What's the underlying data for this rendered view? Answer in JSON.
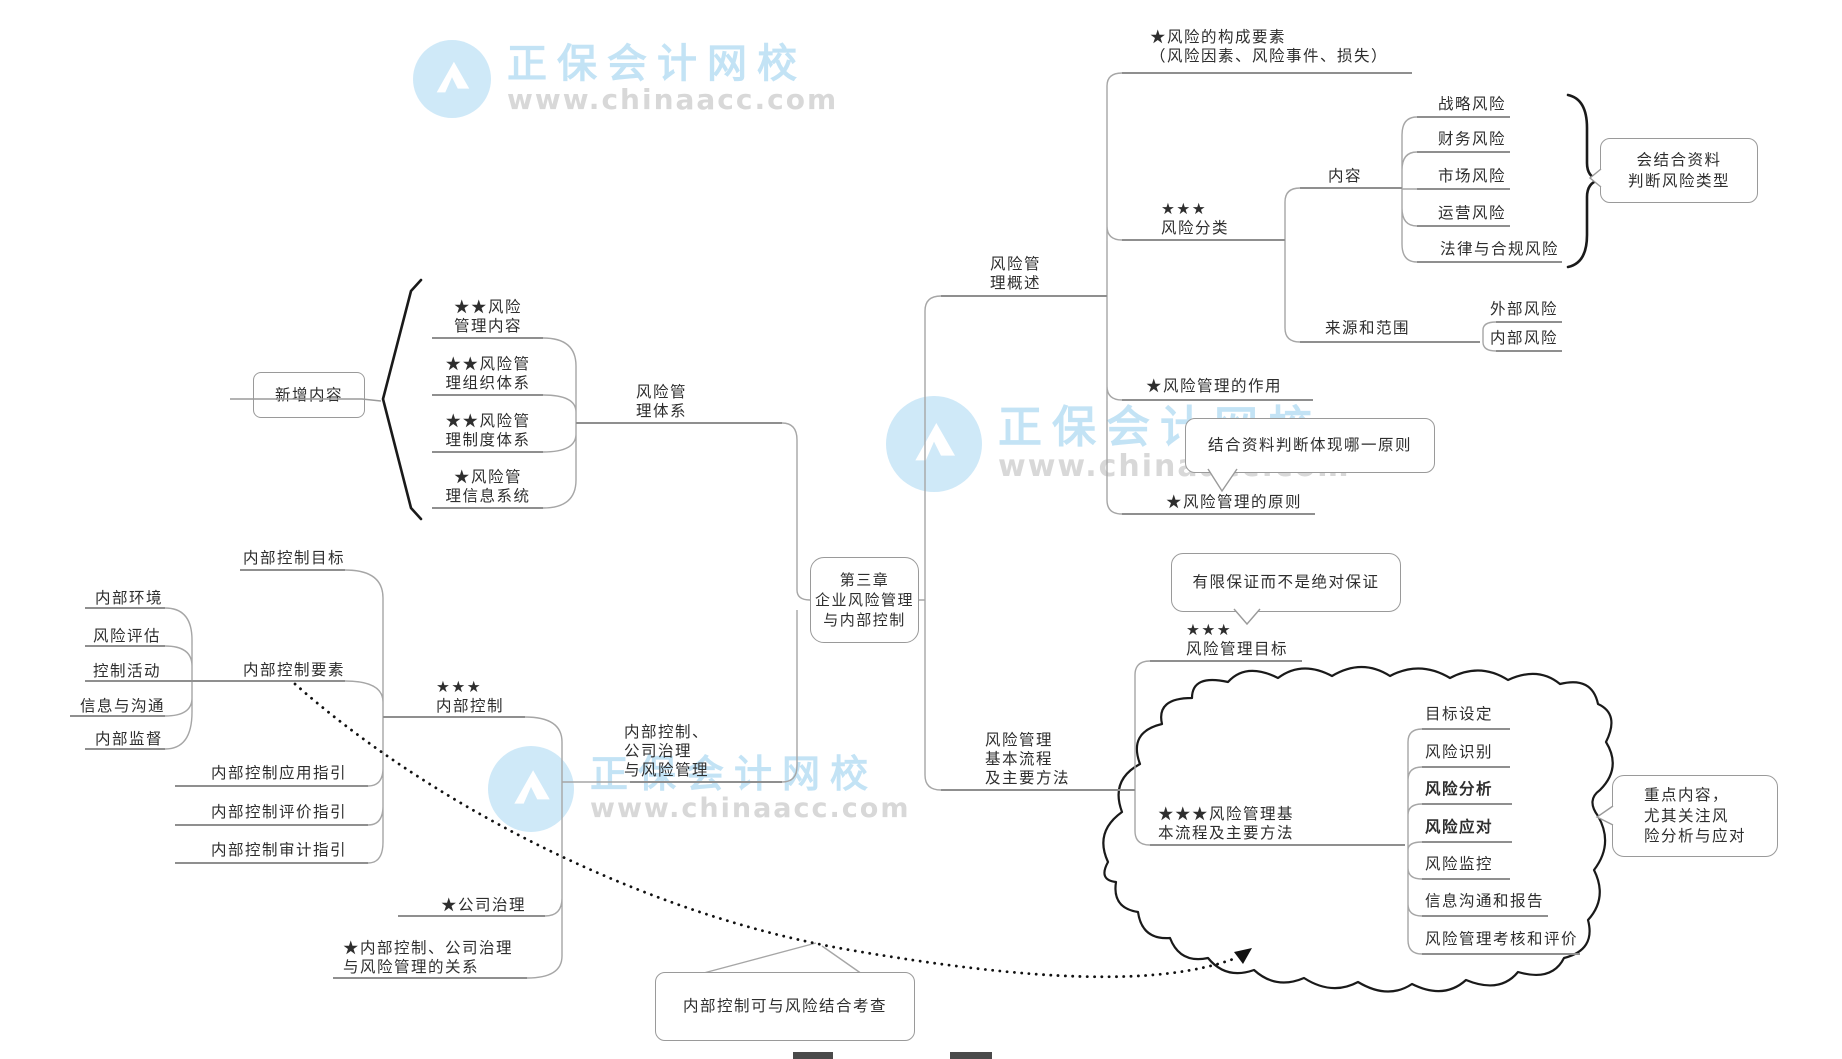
{
  "watermark": {
    "brand": "正保会计网校",
    "url": "www.chinaacc.com"
  },
  "center": {
    "title": "第三章\n企业风险管理\n与内部控制"
  },
  "system": {
    "label": "风险管\n理体系",
    "new_tag": "新增内容",
    "items": [
      "★★风险\n管理内容",
      "★★风险管\n理组织体系",
      "★★风险管\n理制度体系",
      "★风险管\n理信息系统"
    ]
  },
  "overview": {
    "label": "风险管\n理概述",
    "elements": "★风险的构成要素\n（风险因素、风险事件、损失）",
    "classification": "★★★\n风险分类",
    "content_label": "内容",
    "risk_types": [
      "战略风险",
      "财务风险",
      "市场风险",
      "运营风险",
      "法律与合规风险"
    ],
    "type_note": "会结合资料\n判断风险类型",
    "source_label": "来源和范围",
    "source_items": [
      "外部风险",
      "内部风险"
    ],
    "role": "★风险管理的作用",
    "principle": "★风险管理的原则",
    "principle_note": "结合资料判断体现哪一原则"
  },
  "internal": {
    "label": "内部控制、\n公司治理\n与风险管理",
    "control": "★★★\n内部控制",
    "target": "内部控制目标",
    "elements_label": "内部控制要素",
    "elements": [
      "内部环境",
      "风险评估",
      "控制活动",
      "信息与沟通",
      "内部监督"
    ],
    "guides": [
      "内部控制应用指引",
      "内部控制评价指引",
      "内部控制审计指引"
    ],
    "governance": "★公司治理",
    "relation": "★内部控制、公司治理\n与风险管理的关系",
    "exam_note": "内部控制可与风险结合考查"
  },
  "process": {
    "label": "风险管理\n基本流程\n及主要方法",
    "goal": "★★★\n风险管理目标",
    "goal_note": "有限保证而不是绝对保证",
    "flow_label": "★★★风险管理基\n本流程及主要方法",
    "steps": [
      {
        "text": "目标设定"
      },
      {
        "text": "风险识别"
      },
      {
        "text": "风险分析",
        "bold": true
      },
      {
        "text": "风险应对",
        "bold": true
      },
      {
        "text": "风险监控"
      },
      {
        "text": "信息沟通和报告"
      },
      {
        "text": "风险管理考核和评价"
      }
    ],
    "focus_note": "重点内容，\n尤其关注风\n险分析与应对"
  },
  "colors": {
    "branch_line": "#909090",
    "dark_line": "#1a1a1a",
    "text": "#2e2e2e",
    "watermark_blue": "#c3e3f5",
    "watermark_gray": "#d8d8d8"
  }
}
